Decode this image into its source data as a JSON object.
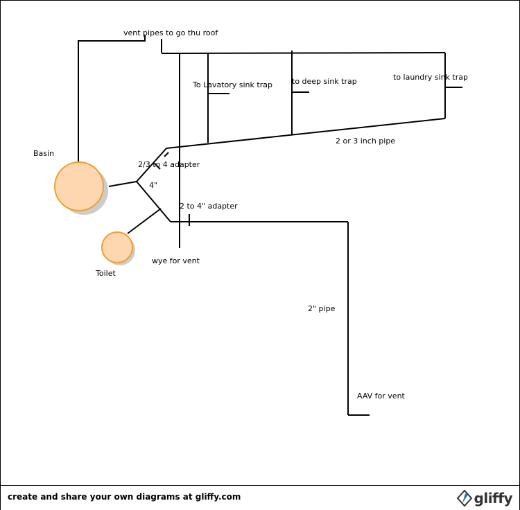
{
  "labels": {
    "vent_pipes": "vent pipes to go thu roof",
    "lavatory": "To Lavatory sink trap",
    "deep_sink": "to deep sink trap",
    "laundry": "to laundry sink trap",
    "pipe_2_or_3": "2 or 3 inch pipe",
    "basin": "Basin",
    "adapter_23_4": "2/3 to 4 adapter",
    "four_inch": "4\"",
    "adapter_2_4": "2 to 4\" adapter",
    "wye": "wye for vent",
    "toilet": "Toilet",
    "pipe_2": "2\" pipe",
    "aav": "AAV for vent"
  },
  "footer": {
    "text": "create and share your own diagrams at gliffy.com",
    "brand": "gliffy"
  },
  "colors": {
    "fixture_fill": "#fcd7b0",
    "fixture_stroke": "#f0a030",
    "shadow": "#cccccc",
    "brand_blue": "#2a6fb5"
  }
}
